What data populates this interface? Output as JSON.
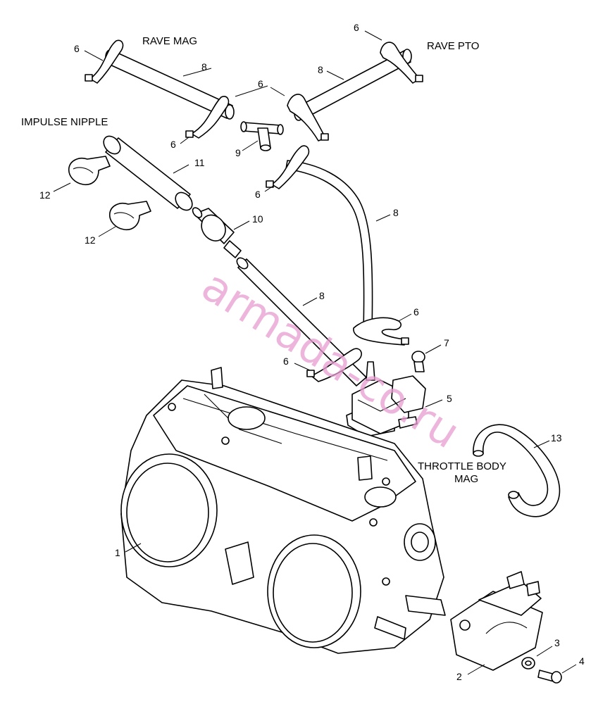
{
  "labels": {
    "rave_mag": "RAVE MAG",
    "rave_pto": "RAVE PTO",
    "impulse_nipple": "IMPULSE NIPPLE",
    "throttle_body_mag_line1": "THROTTLE BODY",
    "throttle_body_mag_line2": "MAG"
  },
  "callouts": {
    "c1": "1",
    "c2": "2",
    "c3": "3",
    "c4": "4",
    "c5": "5",
    "c6a": "6",
    "c6b": "6",
    "c6c": "6",
    "c6d": "6",
    "c6e": "6",
    "c6f": "6",
    "c6g": "6",
    "c7": "7",
    "c8a": "8",
    "c8b": "8",
    "c8c": "8",
    "c8d": "8",
    "c9": "9",
    "c10": "10",
    "c11": "11",
    "c12a": "12",
    "c12b": "12",
    "c13": "13"
  },
  "watermark": "armada-co.ru",
  "colors": {
    "line": "#000000",
    "watermark": "#e79bd0",
    "background": "#ffffff"
  }
}
